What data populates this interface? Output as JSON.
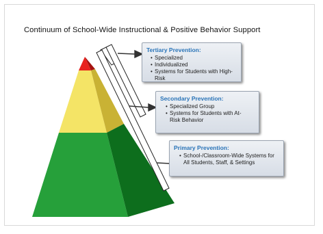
{
  "diagram": {
    "title": "Continuum of School-Wide Instructional & Positive Behavior Support"
  },
  "tiers": [
    {
      "name": "Tertiary Prevention:",
      "items": [
        "Specialized",
        "Individualized",
        "Systems for Students with High-Risk"
      ],
      "color": "#e31e24"
    },
    {
      "name": "Secondary Prevention:",
      "items": [
        "Specialized Group",
        "Systems for Students with At-Risk Behavior"
      ],
      "color": "#f4e264"
    },
    {
      "name": "Primary Prevention:",
      "items": [
        "School-/Classroom-Wide Systems for All Students, Staff, & Settings"
      ],
      "color": "#27a13a"
    }
  ],
  "colors": {
    "heading_blue": "#2a74b8",
    "box_bg": "#e3e7ee",
    "arrow": "#333333"
  }
}
